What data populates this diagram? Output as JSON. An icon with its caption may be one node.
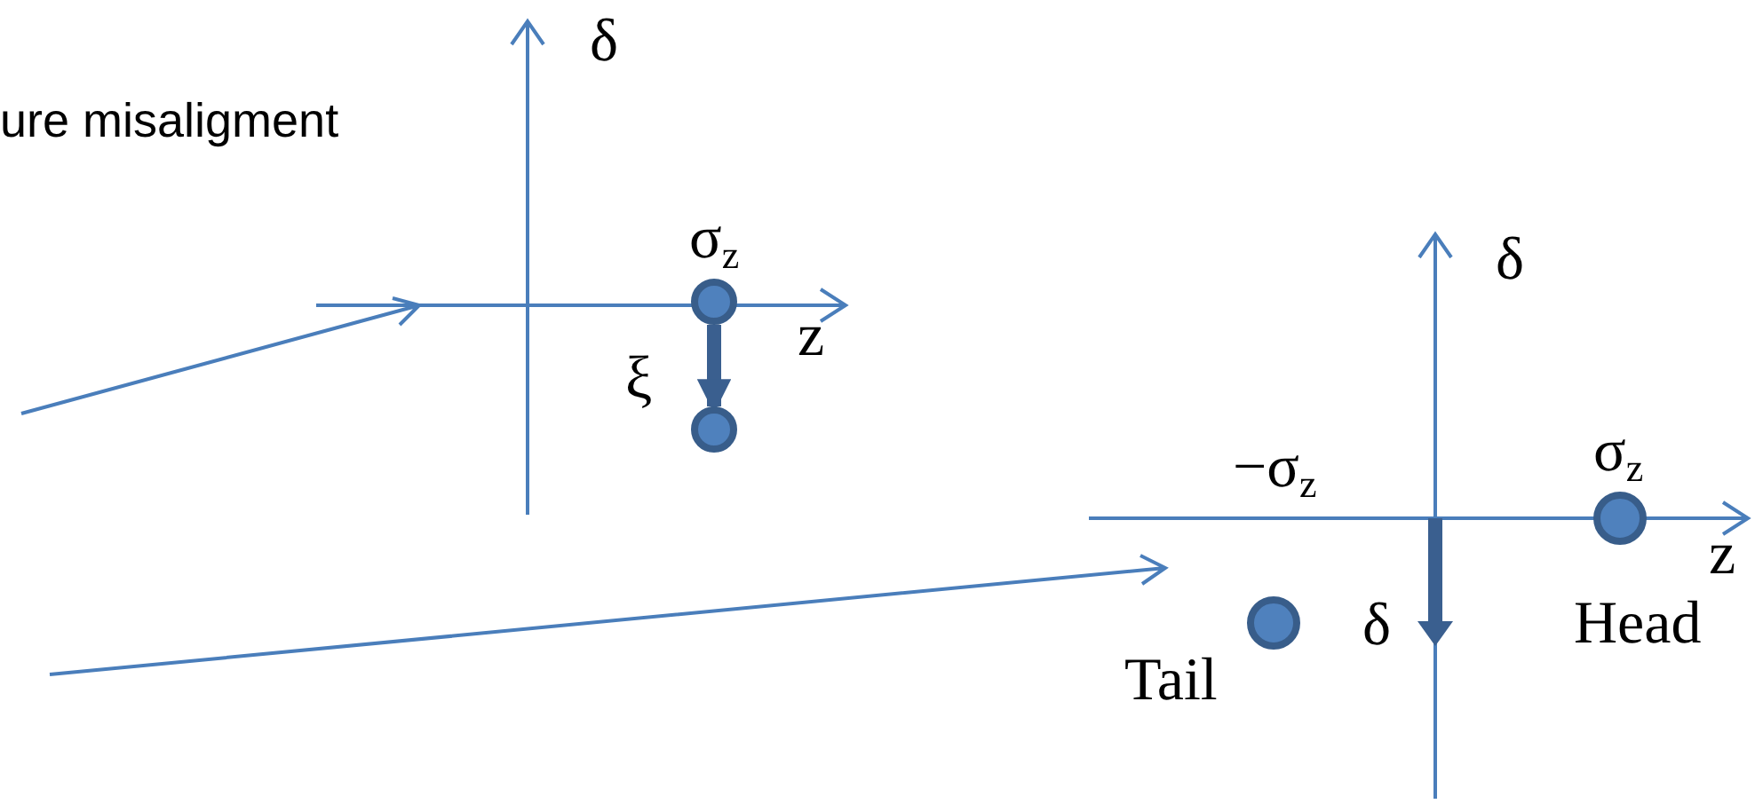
{
  "diagram": {
    "nodes": [
      {
        "text": [],
        "shape": "circle",
        "beside": [
          "σ$_{z}$"
        ]
      },
      {
        "text": [],
        "shape": "circle"
      },
      {
        "text": [],
        "shape": "circle",
        "beside": [
          "σ$_{z}$",
          "Head"
        ]
      },
      {
        "text": [],
        "shape": "circle",
        "beside": [
          "Tail"
        ]
      }
    ],
    "edges": [
      {
        "from": 0,
        "to": 1,
        "arrow": "to",
        "label": "ξ"
      }
    ],
    "labels": [
      "ure misaligment",
      "δ",
      "z",
      "δ",
      "−σ$_{z}$",
      "z",
      "δ"
    ]
  }
}
